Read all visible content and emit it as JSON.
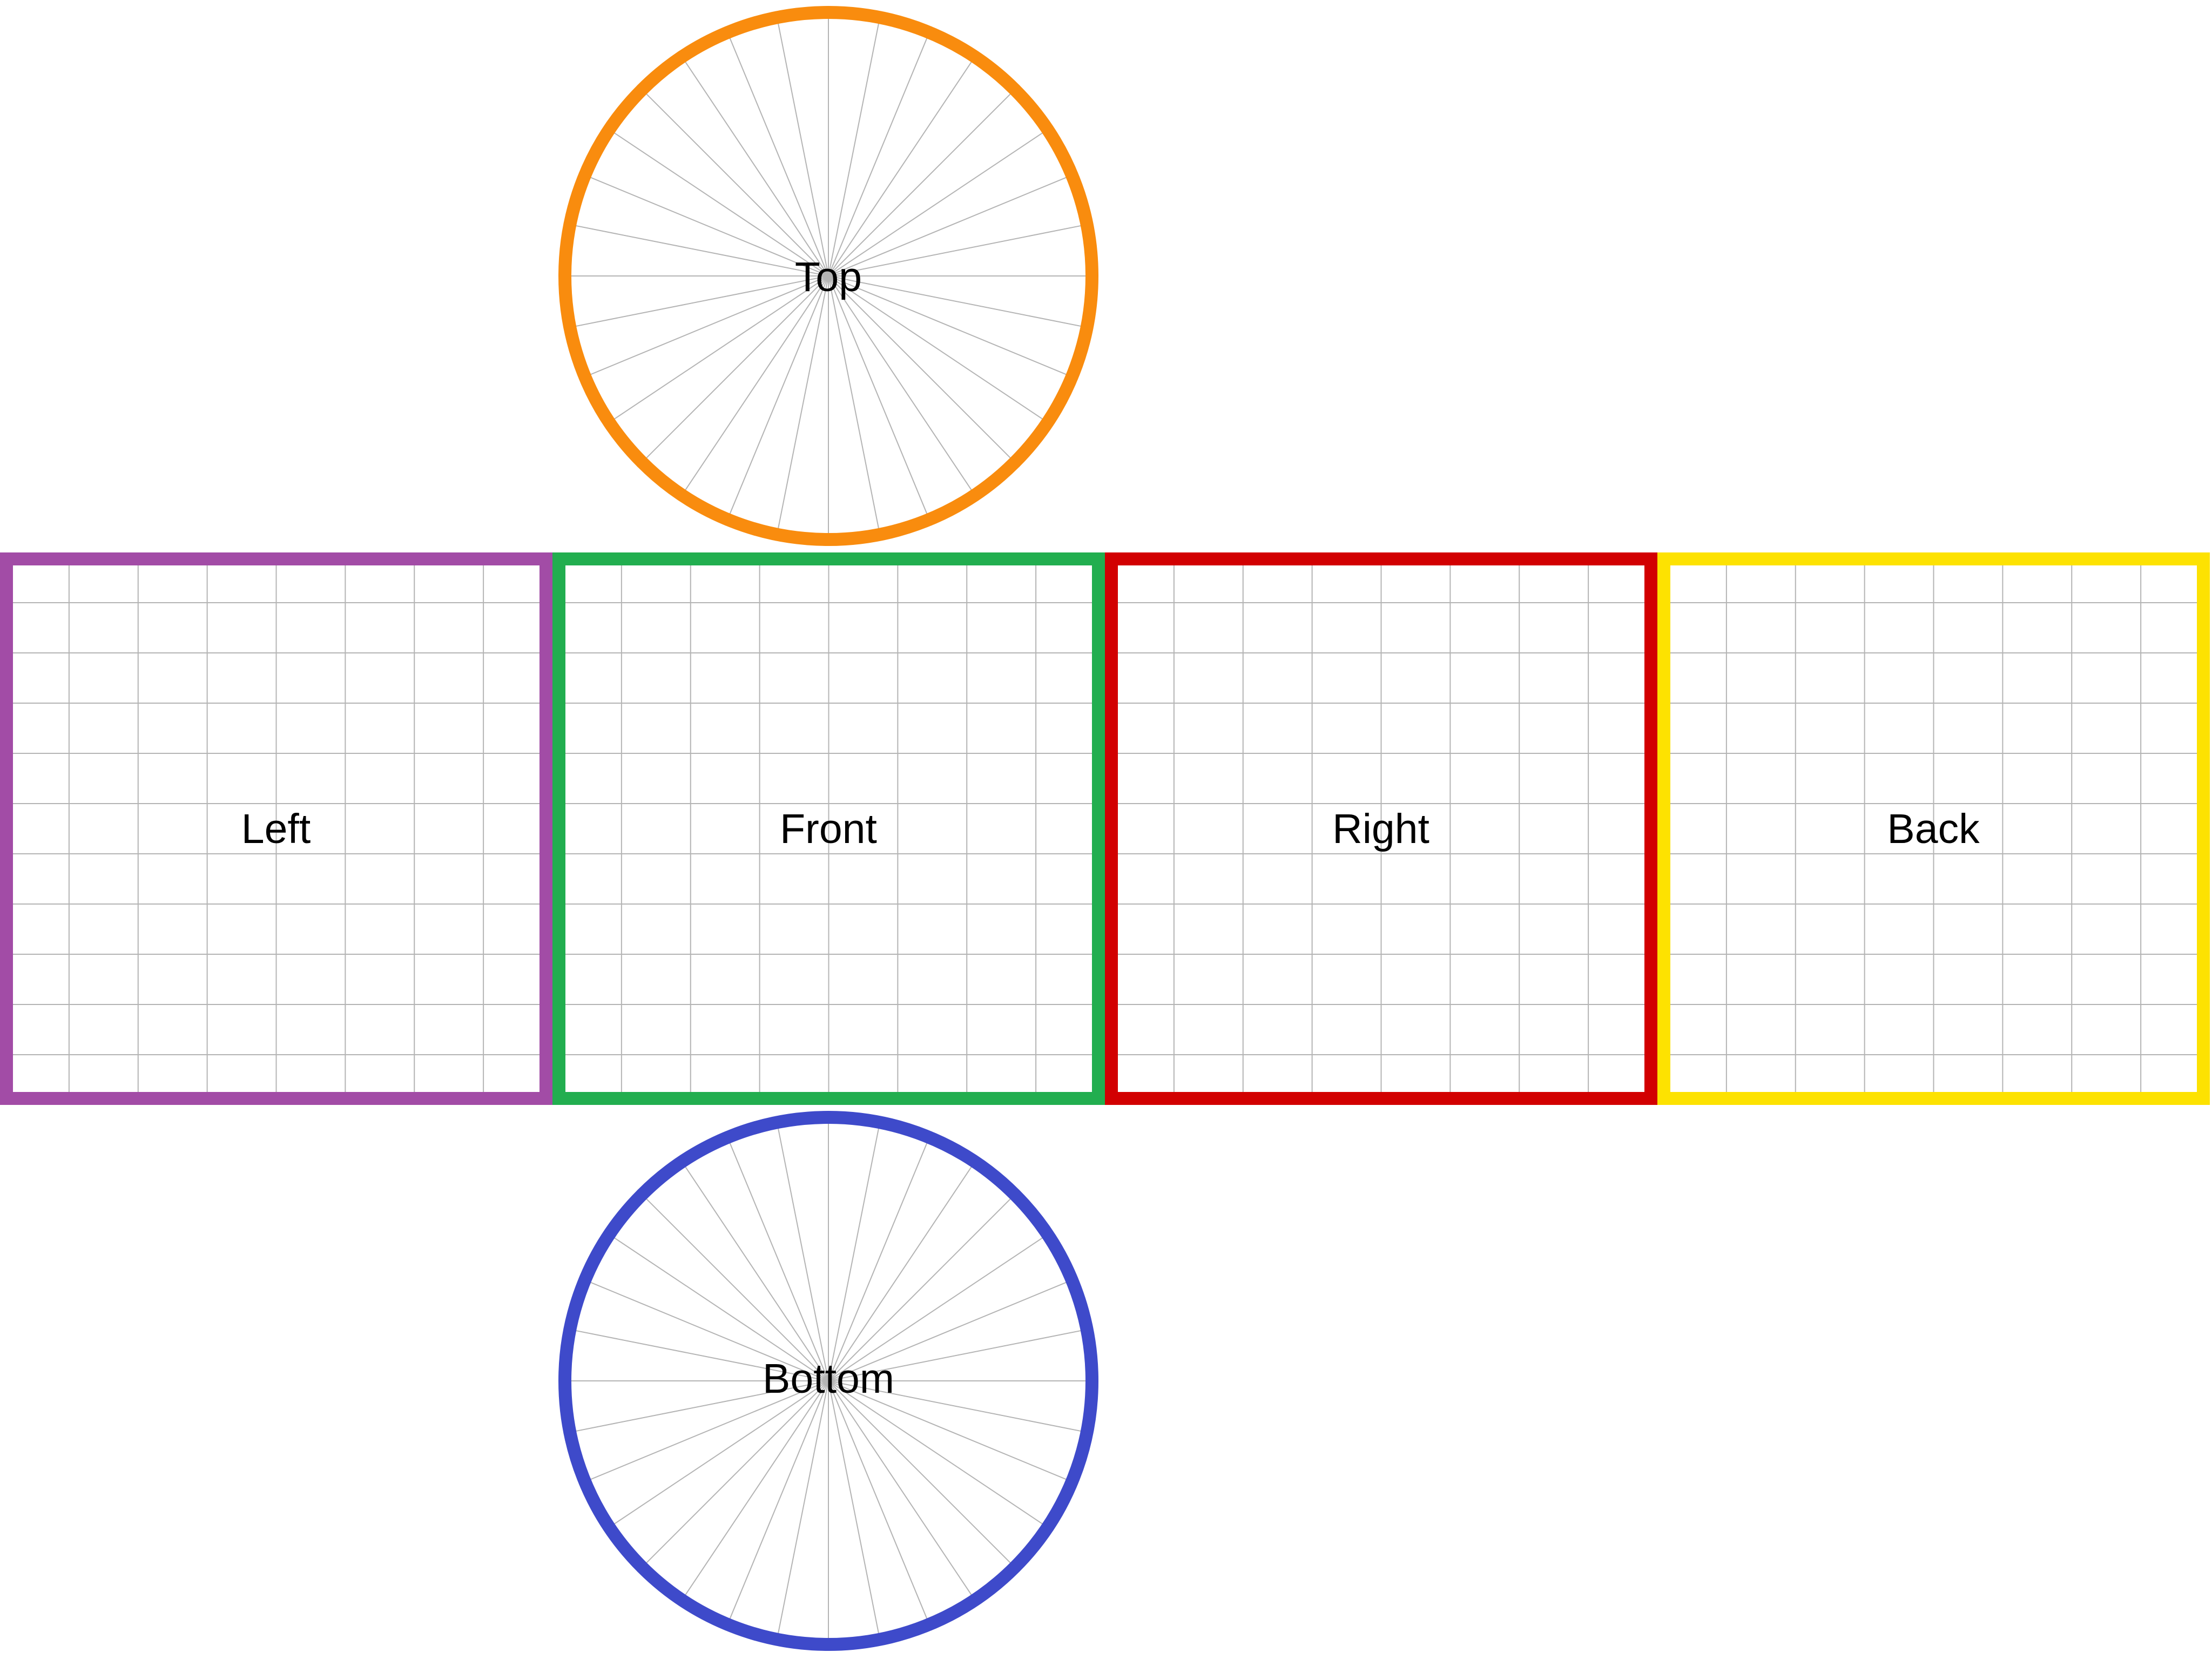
{
  "faces": {
    "top": {
      "label": "Top",
      "shape": "circle",
      "color": "#F98C0E"
    },
    "left": {
      "label": "Left",
      "shape": "square",
      "color": "#A24CA6"
    },
    "front": {
      "label": "Front",
      "shape": "square",
      "color": "#22AE4F"
    },
    "right": {
      "label": "Right",
      "shape": "square",
      "color": "#D20001"
    },
    "back": {
      "label": "Back",
      "shape": "square",
      "color": "#FDE201"
    },
    "bottom": {
      "label": "Bottom",
      "shape": "circle",
      "color": "#3E4ACA"
    }
  },
  "grid": {
    "line_color": "#B4B4B4",
    "square_columns": 8,
    "square_rows": 11,
    "circle_spokes": 32
  }
}
